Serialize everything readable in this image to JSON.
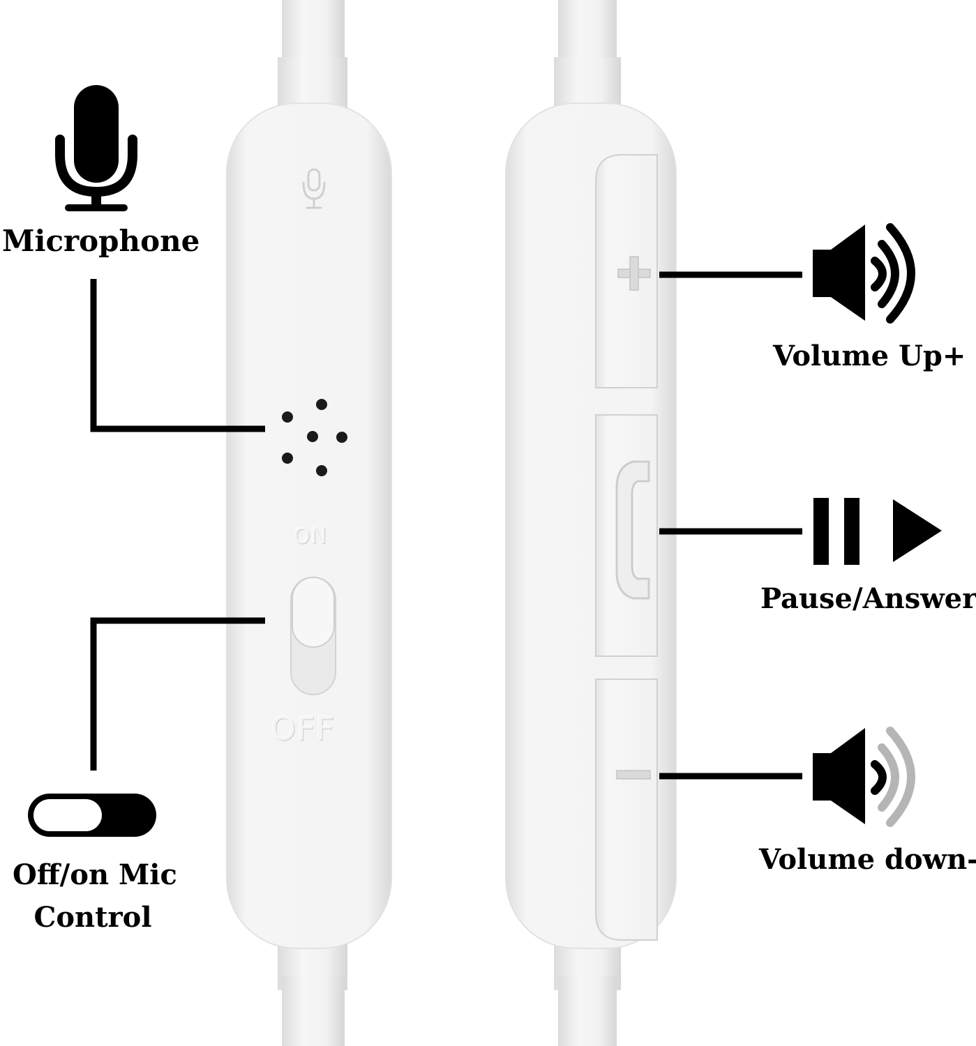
{
  "labels": {
    "microphone": "Microphone",
    "mic_control_line1": "Off/on Mic",
    "mic_control_line2": "Control",
    "volume_up": "Volume Up+",
    "pause_answer": "Pause/Answer",
    "volume_down": "Volume down-"
  },
  "switch": {
    "on": "ON",
    "off": "OFF"
  },
  "icons": {
    "microphone": "microphone-icon",
    "toggle": "toggle-switch-icon",
    "volume_up": "speaker-loud-icon",
    "pause_play": "pause-play-icon",
    "volume_down": "speaker-quiet-icon",
    "phone": "phone-handset-icon"
  },
  "colors": {
    "background": "#ffffff",
    "device": "#f3f3f3",
    "device_shadow": "#d8d8d8",
    "ink": "#000000",
    "faded_wave": "#b5b5b5"
  }
}
